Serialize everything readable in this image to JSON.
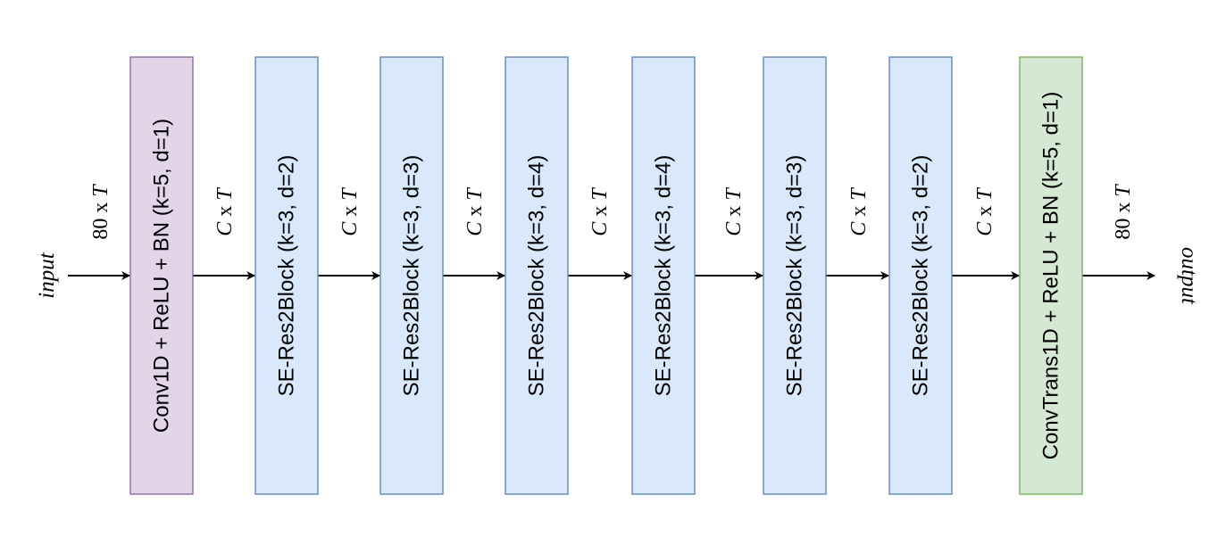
{
  "colors": {
    "conv_fill": "#e1d5e7",
    "conv_stroke": "#9673a6",
    "se_fill": "#dae8fc",
    "se_stroke": "#6c8ebf",
    "convtrans_fill": "#d5e8d4",
    "convtrans_stroke": "#82b366",
    "arrow": "#000000"
  },
  "io": {
    "input": "input",
    "output": "output"
  },
  "blocks": [
    {
      "label": "Conv1D + ReLU + BN (k=5, d=1)",
      "kind": "conv"
    },
    {
      "label": "SE-Res2Block (k=3, d=2)",
      "kind": "se"
    },
    {
      "label": "SE-Res2Block (k=3, d=3)",
      "kind": "se"
    },
    {
      "label": "SE-Res2Block (k=3, d=4)",
      "kind": "se"
    },
    {
      "label": "SE-Res2Block (k=3, d=4)",
      "kind": "se"
    },
    {
      "label": "SE-Res2Block (k=3, d=3)",
      "kind": "se"
    },
    {
      "label": "SE-Res2Block (k=3, d=2)",
      "kind": "se"
    },
    {
      "label": "ConvTrans1D + ReLU + BN (k=5, d=1)",
      "kind": "convtrans"
    }
  ],
  "dims": [
    {
      "a": "80",
      "x": "x",
      "b": "T"
    },
    {
      "a": "C",
      "x": "x",
      "b": "T"
    },
    {
      "a": "C",
      "x": "x",
      "b": "T"
    },
    {
      "a": "C",
      "x": "x",
      "b": "T"
    },
    {
      "a": "C",
      "x": "x",
      "b": "T"
    },
    {
      "a": "C",
      "x": "x",
      "b": "T"
    },
    {
      "a": "C",
      "x": "x",
      "b": "T"
    },
    {
      "a": "C",
      "x": "x",
      "b": "T"
    },
    {
      "a": "80",
      "x": "x",
      "b": "T"
    }
  ]
}
